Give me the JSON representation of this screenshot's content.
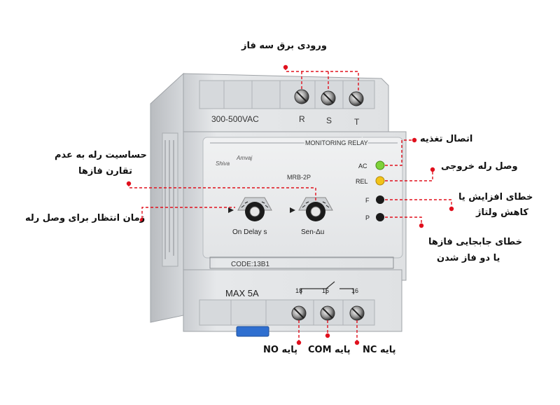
{
  "device": {
    "voltage_label": "300-500VAC",
    "terminals_top": [
      "R",
      "S",
      "T"
    ],
    "panel_title": "MONITORING RELAY",
    "brand_line1": "Shiva",
    "brand_line2": "Amvaj",
    "model": "MRB-2P",
    "knob1_label": "On Delay s",
    "knob2_label": "Sen-Δu",
    "code": "CODE:13B1",
    "max_current": "MAX 5A",
    "terminals_bottom": [
      "18",
      "15",
      "16"
    ],
    "leds": [
      {
        "label": "AC",
        "color": "#7ed23a"
      },
      {
        "label": "REL",
        "color": "#f2c318"
      },
      {
        "label": "F",
        "color": "#1a1a1a"
      },
      {
        "label": "P",
        "color": "#1a1a1a"
      }
    ]
  },
  "callouts": {
    "input_power": "ورودی برق سه فاز",
    "power_connection": "اتصال تغذیه",
    "relay_output": "وصل رله خروجی",
    "overvoltage_line1": "خطای افزایش یا",
    "overvoltage_line2": "کاهش ولتاژ",
    "phase_error_line1": "خطای جابجایی فازها",
    "phase_error_line2": "یا دو فاز شدن",
    "sensitivity_line1": "حساسیت رله به عدم",
    "sensitivity_line2": "تقارن فازها",
    "delay": "زمان انتظار برای وصل رله",
    "pin_no": "پایه NO",
    "pin_com": "پایه COM",
    "pin_nc": "پایه NC"
  },
  "colors": {
    "accent_red": "#e0101d",
    "device_body": "#e4e6e8",
    "led_green": "#7ed23a",
    "led_yellow": "#f2c318"
  }
}
